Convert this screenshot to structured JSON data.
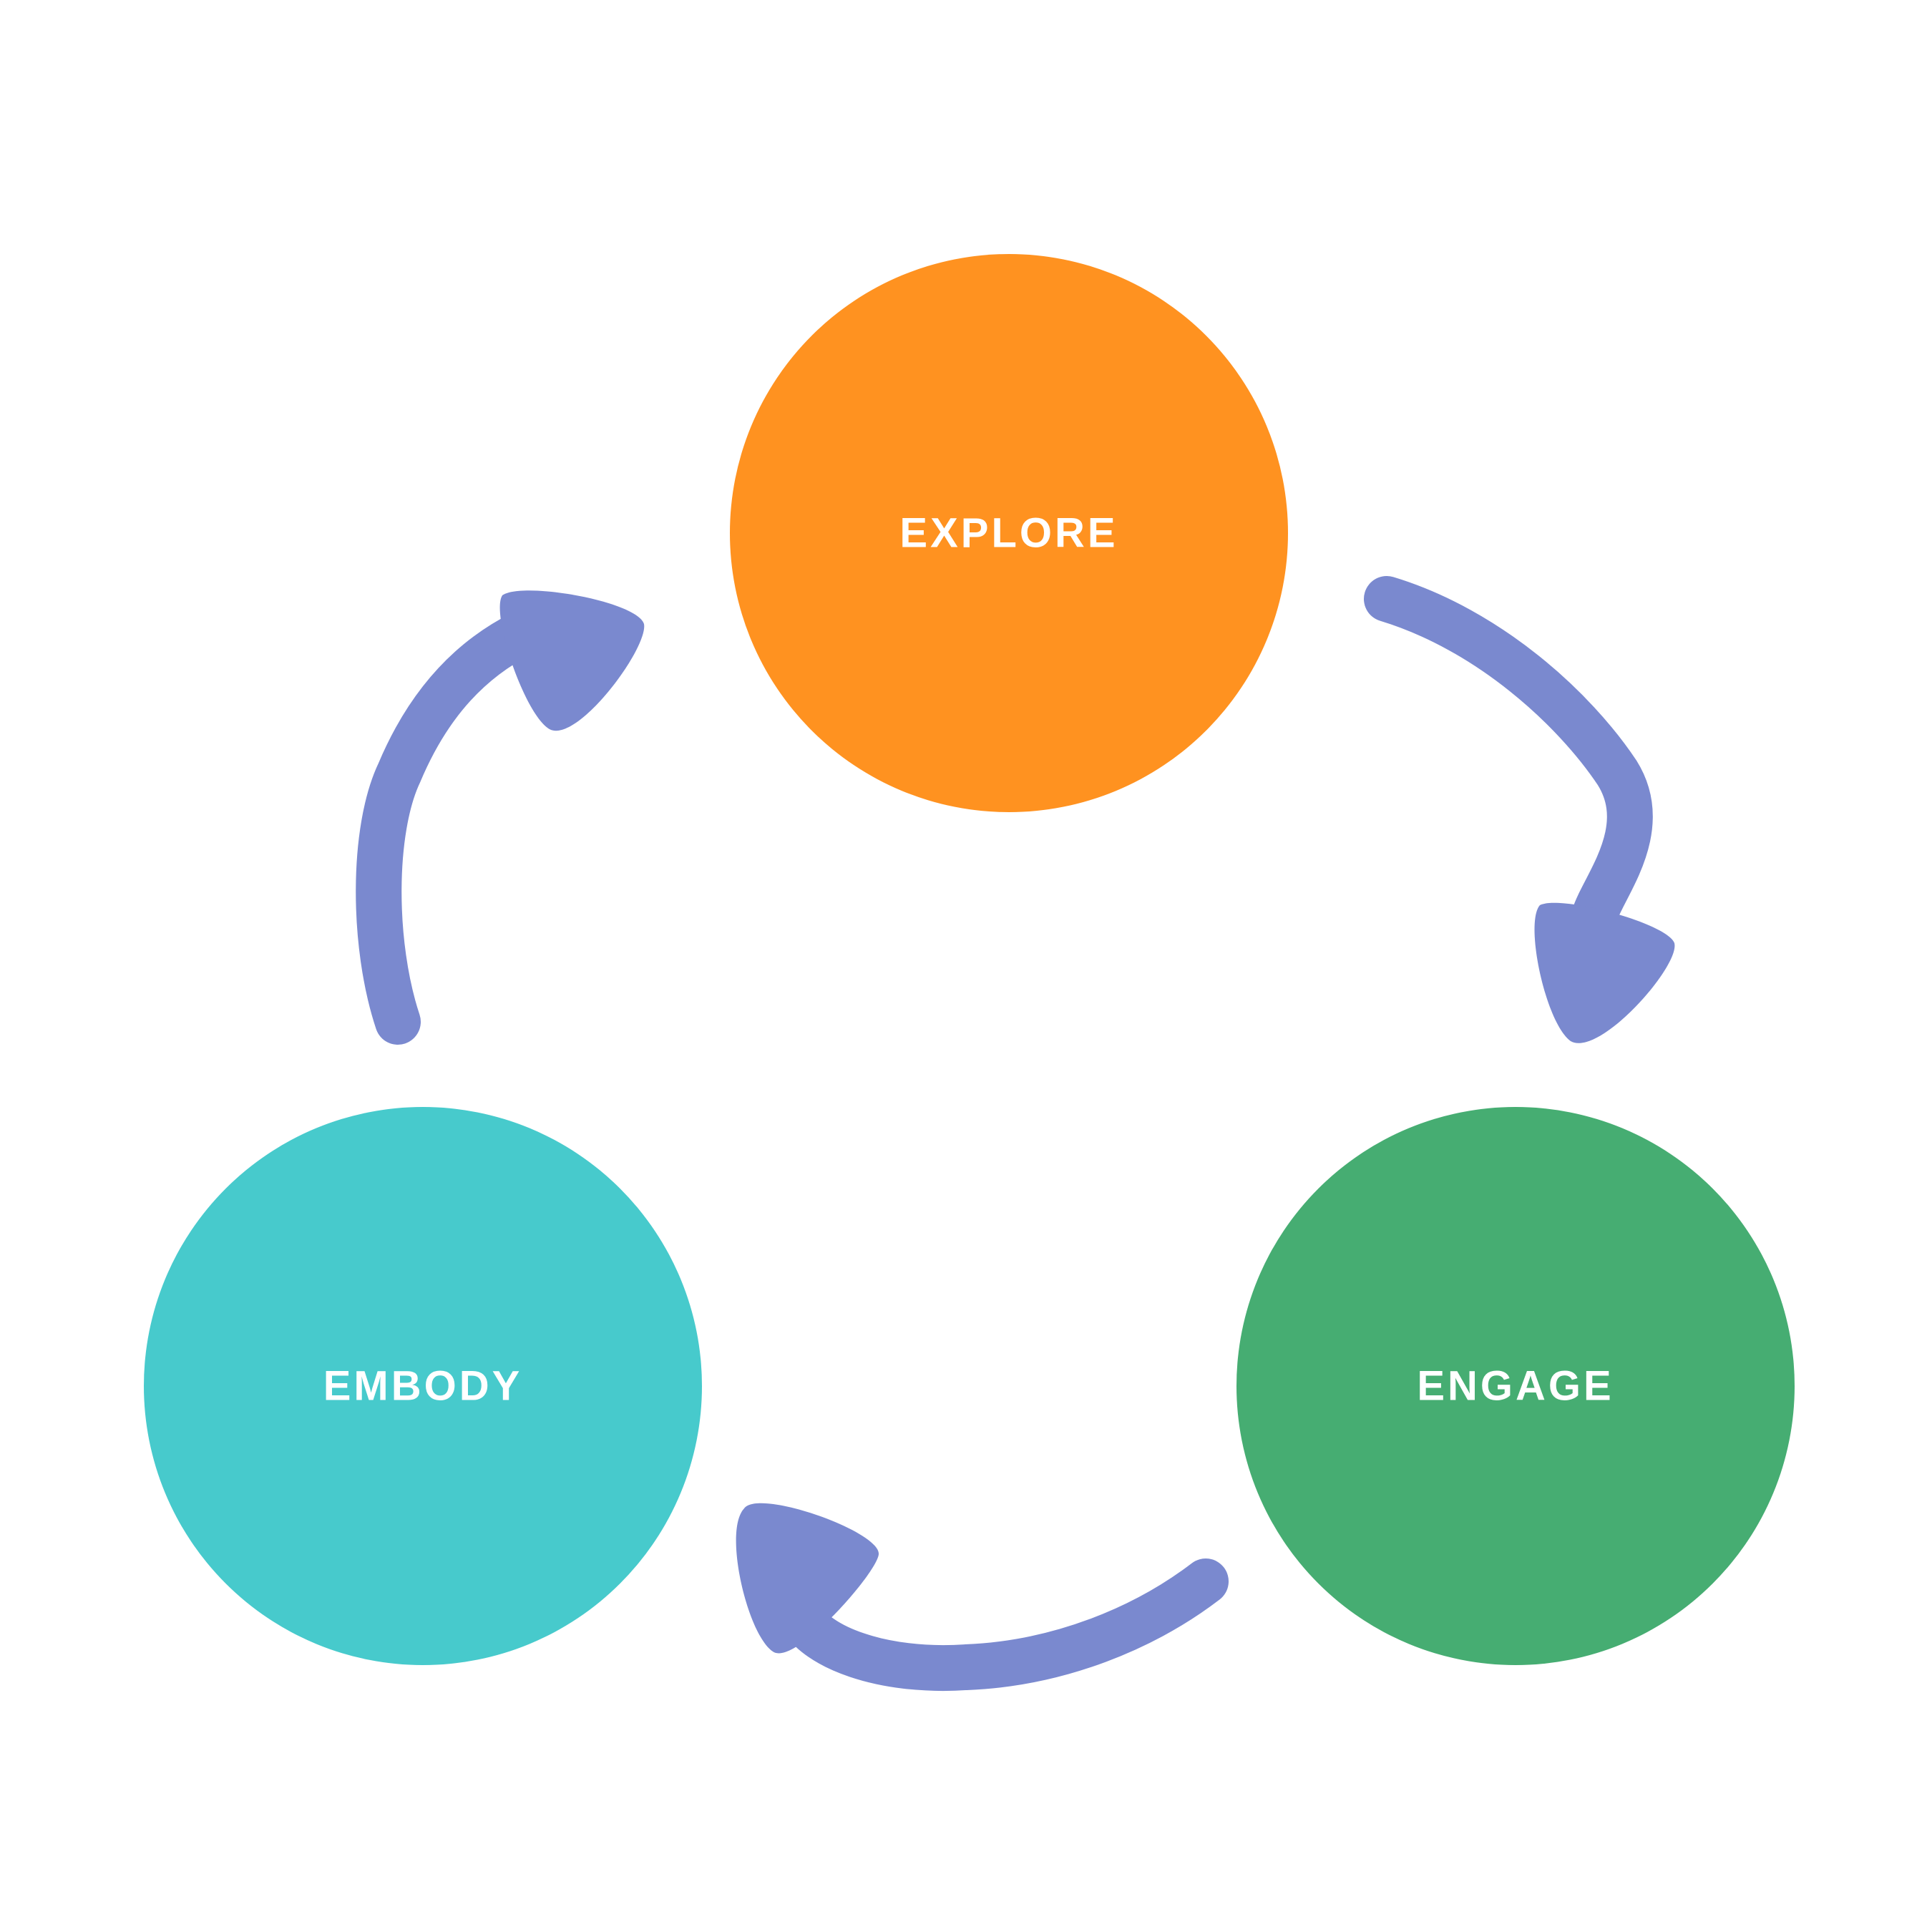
{
  "nodes": {
    "explore": {
      "label": "EXPLORE",
      "color": "#FF9220"
    },
    "engage": {
      "label": "ENGAGE",
      "color": "#46AD72"
    },
    "embody": {
      "label": "EMBODY",
      "color": "#47CACC"
    }
  },
  "arrow_color": "#7A89CF"
}
